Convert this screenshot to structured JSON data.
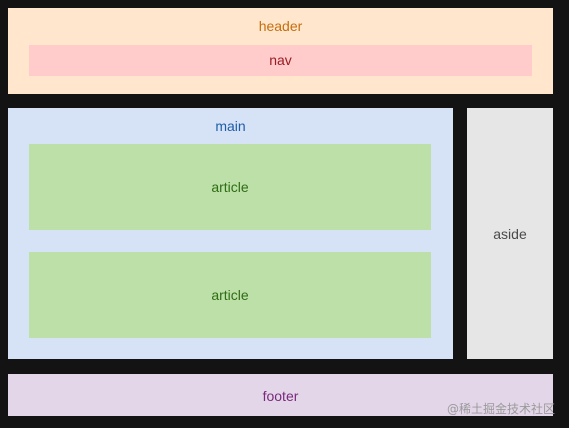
{
  "header": {
    "label": "header"
  },
  "nav": {
    "label": "nav"
  },
  "main": {
    "label": "main"
  },
  "articles": [
    {
      "label": "article"
    },
    {
      "label": "article"
    }
  ],
  "aside": {
    "label": "aside"
  },
  "footer": {
    "label": "footer"
  },
  "watermark": "@稀土掘金技术社区",
  "colors": {
    "background": "#131313",
    "header": "#ffe6cd",
    "nav": "#ffcccb",
    "main": "#d6e3f6",
    "article": "#bddfa8",
    "aside": "#e6e6e6",
    "footer": "#e3d6e9"
  }
}
